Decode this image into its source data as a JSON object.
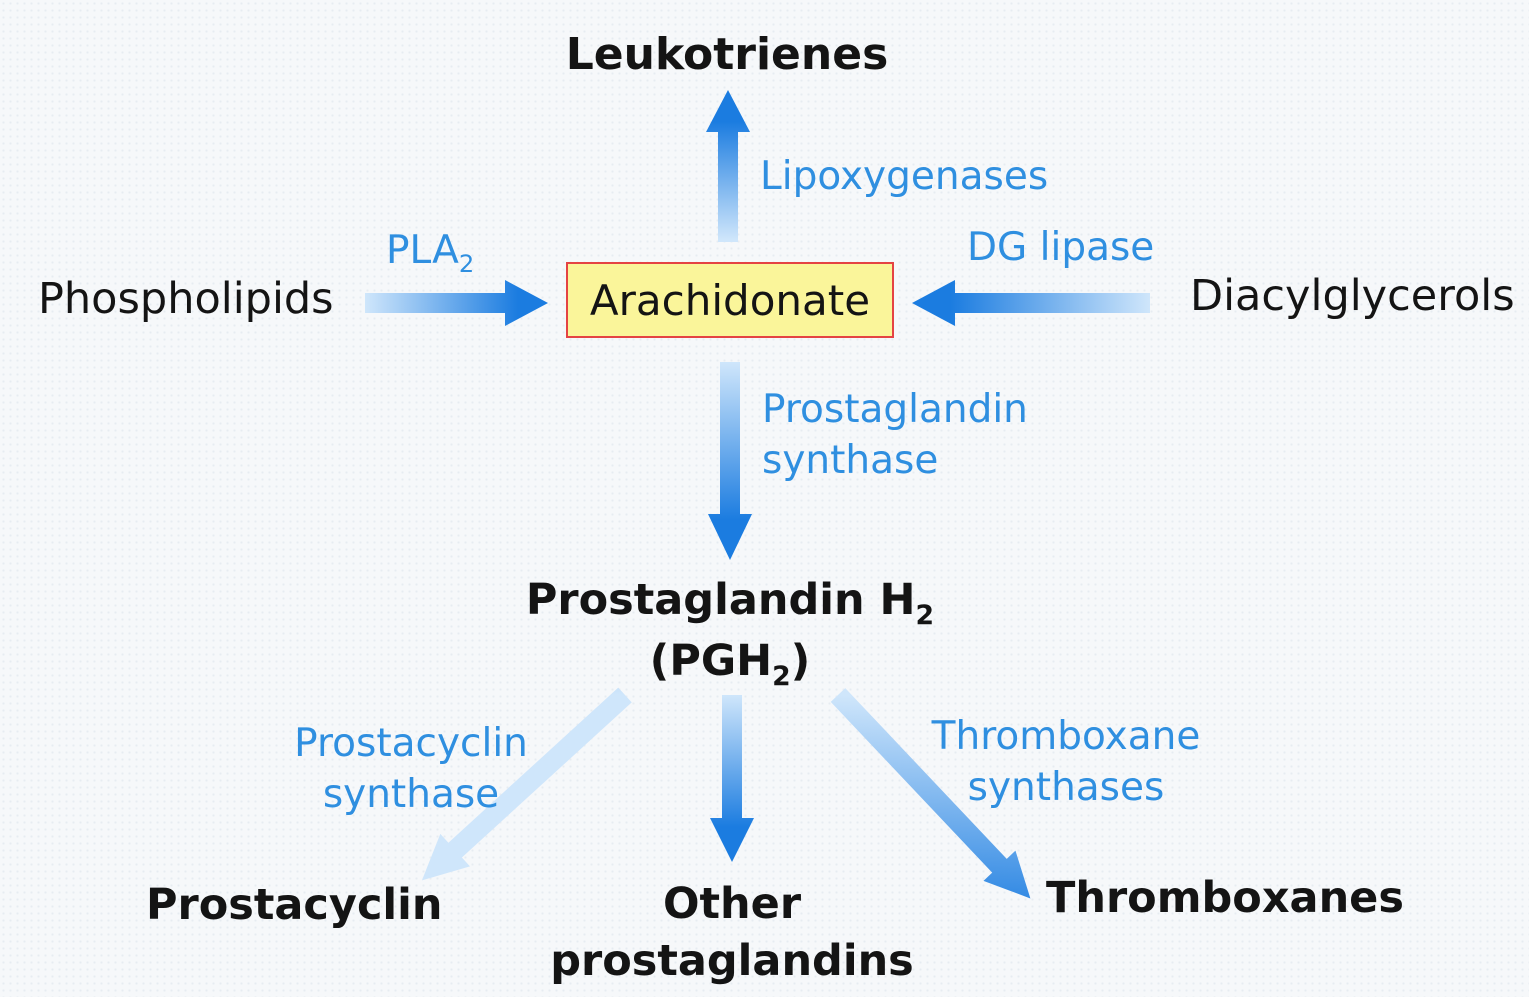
{
  "diagram": {
    "nodes": {
      "leukotrienes": "Leukotrienes",
      "phospholipids": "Phospholipids",
      "arachidonate": "Arachidonate",
      "diacylglycerols": "Diacylglycerols",
      "pgh2": {
        "line1_main": "Prostaglandin H",
        "line1_sub": "2",
        "line2_open": "(PGH",
        "line2_sub": "2",
        "line2_close": ")"
      },
      "prostacyclin": "Prostacyclin",
      "other_prostaglandins": {
        "line1": "Other",
        "line2": "prostaglandins"
      },
      "thromboxanes": "Thromboxanes"
    },
    "enzymes": {
      "pla2": {
        "main": "PLA",
        "sub": "2"
      },
      "lipoxygenases": "Lipoxygenases",
      "dg_lipase": "DG lipase",
      "prostaglandin_synthase": {
        "line1": "Prostaglandin",
        "line2": "synthase"
      },
      "prostacyclin_synthase": {
        "line1": "Prostacyclin",
        "line2": "synthase"
      },
      "thromboxane_synthases": {
        "line1": "Thromboxane",
        "line2": "synthases"
      }
    },
    "colors": {
      "arrow": "#1b7ce0",
      "arrow_faded": "#cfe6fb",
      "enzyme_text": "#2f8fe0",
      "box_fill": "#faf59a",
      "box_border": "#e44343"
    }
  }
}
